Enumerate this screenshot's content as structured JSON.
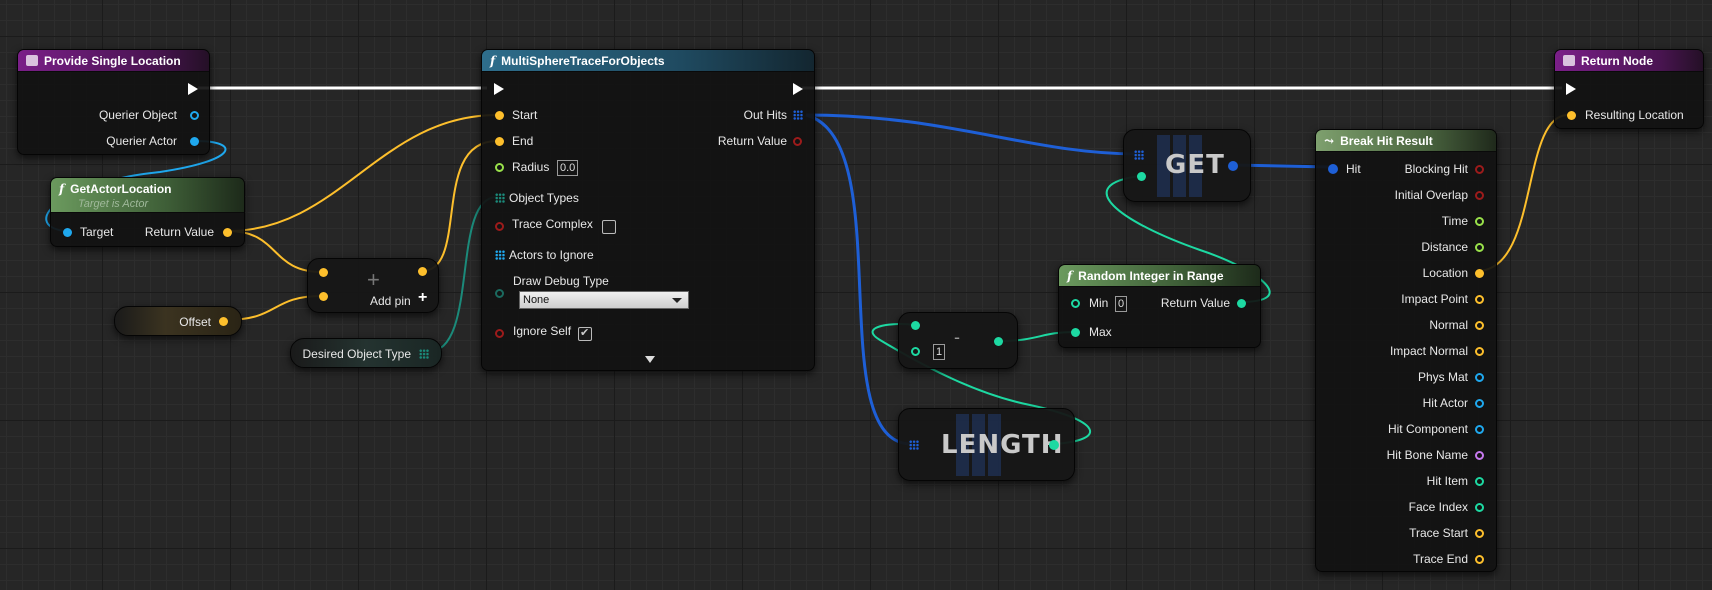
{
  "colors": {
    "exec": "#ffffff",
    "vector": "#fdbf2c",
    "object": "#1fa8ee",
    "boolean": "#9c1b1b",
    "float": "#99e14a",
    "integer": "#1dd9a2",
    "struct": "#1e5fd6",
    "enum": "#1b6a5f",
    "name": "#c779ef"
  },
  "nodes": {
    "provide": {
      "title": "Provide Single Location",
      "pins": {
        "querier_object": "Querier Object",
        "querier_actor": "Querier Actor"
      }
    },
    "get_actor_location": {
      "title": "GetActorLocation",
      "subtitle": "Target is Actor",
      "pins": {
        "target": "Target",
        "return_value": "Return Value"
      }
    },
    "add": {
      "symbol": "+",
      "add_pin": "Add pin",
      "add_icon": "+"
    },
    "offset": {
      "label": "Offset"
    },
    "desired_object_type": {
      "label": "Desired Object Type"
    },
    "trace": {
      "title": "MultiSphereTraceForObjects",
      "pins": {
        "start": "Start",
        "end": "End",
        "radius": "Radius",
        "radius_value": "0.0",
        "object_types": "Object Types",
        "trace_complex": "Trace Complex",
        "actors_to_ignore": "Actors to Ignore",
        "draw_debug_type": "Draw Debug Type",
        "draw_debug_value": "None",
        "ignore_self": "Ignore Self",
        "out_hits": "Out Hits",
        "return_value": "Return Value"
      },
      "trace_complex_checked": false,
      "ignore_self_checked": true
    },
    "get": {
      "label": "GET"
    },
    "length": {
      "label": "LENGTH"
    },
    "subtract": {
      "symbol": "-",
      "value": "1"
    },
    "random": {
      "title": "Random Integer in Range",
      "pins": {
        "min": "Min",
        "min_value": "0",
        "max": "Max",
        "return_value": "Return Value"
      }
    },
    "break_hit": {
      "title": "Break Hit Result",
      "input": "Hit",
      "outputs": [
        "Blocking Hit",
        "Initial Overlap",
        "Time",
        "Distance",
        "Location",
        "Impact Point",
        "Normal",
        "Impact Normal",
        "Phys Mat",
        "Hit Actor",
        "Hit Component",
        "Hit Bone Name",
        "Hit Item",
        "Face Index",
        "Trace Start",
        "Trace End"
      ],
      "output_types": [
        "boolean",
        "boolean",
        "float",
        "float",
        "vector",
        "vector",
        "vector",
        "vector",
        "object",
        "object",
        "object",
        "name",
        "integer",
        "integer",
        "vector",
        "vector"
      ]
    },
    "return": {
      "title": "Return Node",
      "pins": {
        "resulting_location": "Resulting Location"
      }
    }
  }
}
